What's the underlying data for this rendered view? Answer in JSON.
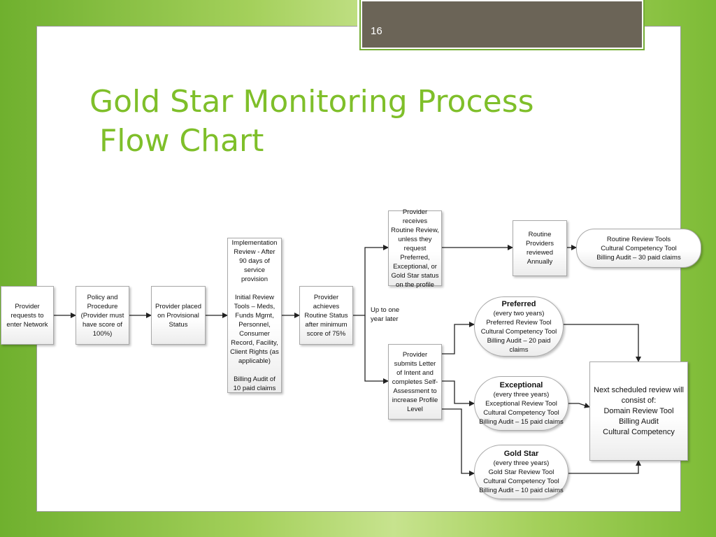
{
  "slide": {
    "page_number": "16",
    "title": "Gold Star Monitoring Process\n Flow Chart"
  },
  "flow": {
    "n1": "Provider requests to enter Network",
    "n2": "Policy and Procedure\n(Provider must have score of 100%)",
    "n3": "Provider placed on Provisional Status",
    "n4": "Implementation Review -  After 90 days of service provision\n\nInitial Review Tools – Meds, Funds Mgmt, Personnel, Consumer Record, Facility, Client Rights (as applicable)\n\nBilling Audit of 10 paid claims",
    "n5": "Provider achieves Routine Status after minimum score of 75%",
    "edge_label": "Up to one\nyear later",
    "n6": "Provider receives Routine Review, unless they request Preferred, Exceptional, or Gold Star status on the profile",
    "n7": "Routine Providers reviewed Annually",
    "n8": "Routine Review Tools\nCultural Competency Tool\nBilling Audit – 30 paid claims",
    "n9": "Provider submits Letter of Intent and completes Self-Assessment to increase Profile Level",
    "preferred": {
      "head": "Preferred",
      "body": "(every two years)\nPreferred Review Tool\nCultural Competency Tool\nBilling Audit – 20 paid claims"
    },
    "exceptional": {
      "head": "Exceptional",
      "body": "(every three years)\nExceptional Review Tool\nCultural Competency Tool\nBilling Audit – 15 paid claims"
    },
    "goldstar": {
      "head": "Gold Star",
      "body": "(every three years)\nGold Star Review Tool\nCultural Competency Tool\nBilling Audit – 10 paid claims"
    },
    "n10": "Next scheduled review will consist of:\nDomain Review Tool\nBilling Audit\nCultural Competency"
  },
  "colors": {
    "accent": "#7fbf2a",
    "header_box": "#6b6457",
    "background": "#a4d05b"
  }
}
